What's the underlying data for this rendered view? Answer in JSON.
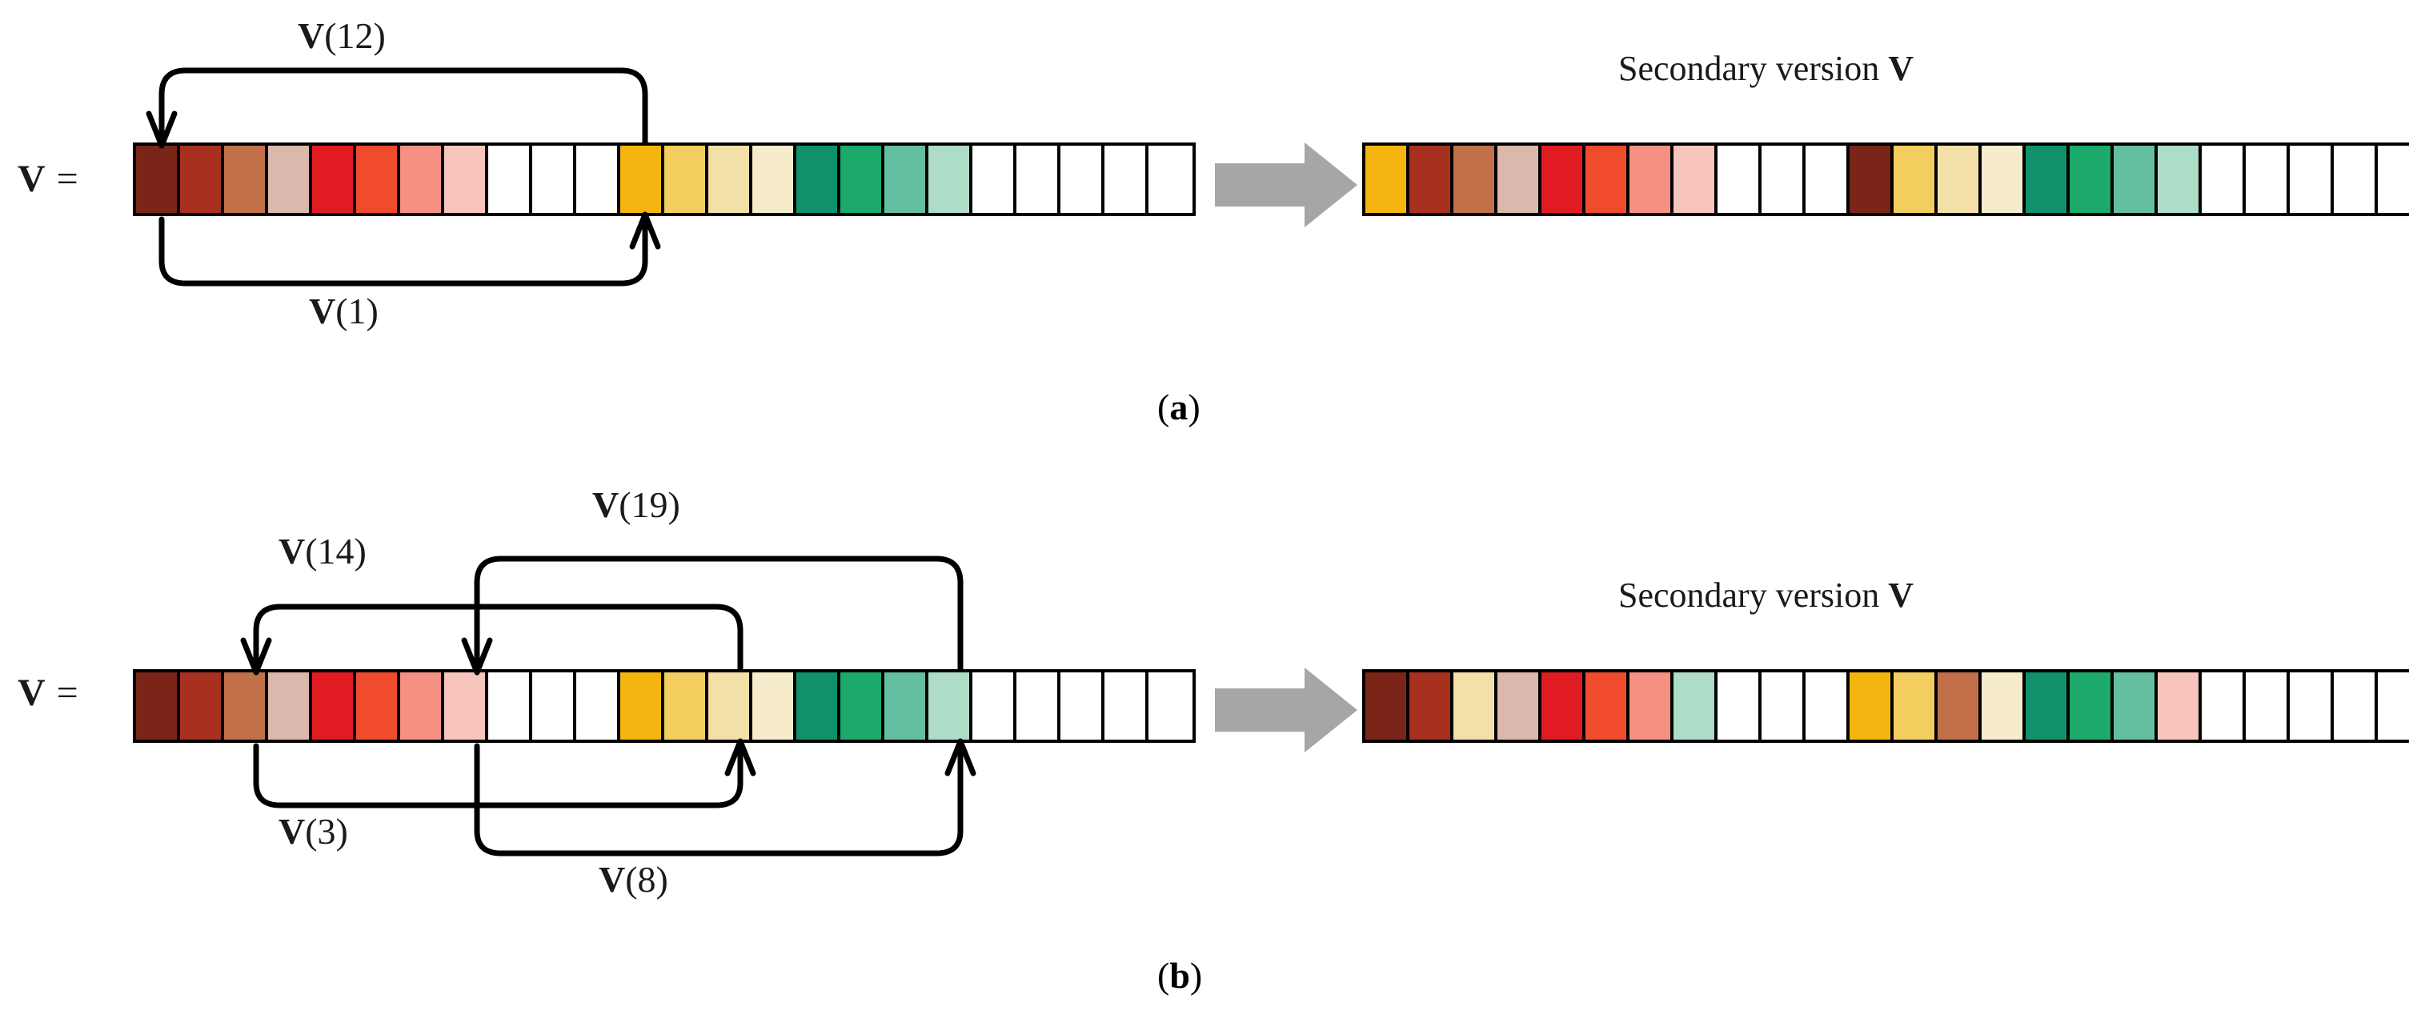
{
  "figure": {
    "panels": [
      {
        "id": "a",
        "caption_open": "(",
        "caption_letter": "a",
        "caption_close": ")",
        "input_label_v": "V",
        "input_label_eq": " =",
        "output_caption_prefix": "Secondary version ",
        "output_caption_symbol": "V",
        "transition_icon": "right-arrow-icon",
        "swaps": [
          {
            "label_v": "V",
            "label_index": "(12)",
            "from_index": 12,
            "to_index": 1,
            "side": "top"
          },
          {
            "label_v": "V",
            "label_index": "(1)",
            "from_index": 1,
            "to_index": 12,
            "side": "bottom"
          }
        ],
        "input_cells": [
          "#7B2418",
          "#A7301F",
          "#C2704A",
          "#DCB8AC",
          "#E11B22",
          "#EF4B2C",
          "#F59183",
          "#F8C5BC",
          "#FFFFFF",
          "#FFFFFF",
          "#FFFFFF",
          "#F5B511",
          "#F3CE5E",
          "#F2E0A8",
          "#F6EBCB",
          "#10916B",
          "#1BA96C",
          "#63BFA0",
          "#ADDCC7",
          "#FFFFFF",
          "#FFFFFF",
          "#FFFFFF",
          "#FFFFFF",
          "#FFFFFF"
        ],
        "output_cells": [
          "#F5B511",
          "#A7301F",
          "#C2704A",
          "#DCB8AC",
          "#E11B22",
          "#EF4B2C",
          "#F59183",
          "#F8C5BC",
          "#FFFFFF",
          "#FFFFFF",
          "#FFFFFF",
          "#7B2418",
          "#F3CE5E",
          "#F2E0A8",
          "#F6EBCB",
          "#10916B",
          "#1BA96C",
          "#63BFA0",
          "#ADDCC7",
          "#FFFFFF",
          "#FFFFFF",
          "#FFFFFF",
          "#FFFFFF",
          "#FFFFFF"
        ]
      },
      {
        "id": "b",
        "caption_open": "(",
        "caption_letter": "b",
        "caption_close": ")",
        "input_label_v": "V",
        "input_label_eq": " =",
        "output_caption_prefix": "Secondary version ",
        "output_caption_symbol": "V",
        "transition_icon": "right-arrow-icon",
        "swaps": [
          {
            "label_v": "V",
            "label_index": "(14)",
            "from_index": 14,
            "to_index": 3,
            "side": "top"
          },
          {
            "label_v": "V",
            "label_index": "(19)",
            "from_index": 19,
            "to_index": 8,
            "side": "top"
          },
          {
            "label_v": "V",
            "label_index": "(3)",
            "from_index": 3,
            "to_index": 14,
            "side": "bottom"
          },
          {
            "label_v": "V",
            "label_index": "(8)",
            "from_index": 8,
            "to_index": 19,
            "side": "bottom"
          }
        ],
        "input_cells": [
          "#7B2418",
          "#A7301F",
          "#C2704A",
          "#DCB8AC",
          "#E11B22",
          "#EF4B2C",
          "#F59183",
          "#F8C5BC",
          "#FFFFFF",
          "#FFFFFF",
          "#FFFFFF",
          "#F5B511",
          "#F3CE5E",
          "#F2E0A8",
          "#F6EBCB",
          "#10916B",
          "#1BA96C",
          "#63BFA0",
          "#ADDCC7",
          "#FFFFFF",
          "#FFFFFF",
          "#FFFFFF",
          "#FFFFFF",
          "#FFFFFF"
        ],
        "output_cells": [
          "#7B2418",
          "#A7301F",
          "#F2E0A8",
          "#DCB8AC",
          "#E11B22",
          "#EF4B2C",
          "#F59183",
          "#ADDCC7",
          "#FFFFFF",
          "#FFFFFF",
          "#FFFFFF",
          "#F5B511",
          "#F3CE5E",
          "#C2704A",
          "#F6EBCB",
          "#10916B",
          "#1BA96C",
          "#63BFA0",
          "#F8C5BC",
          "#FFFFFF",
          "#FFFFFF",
          "#FFFFFF",
          "#FFFFFF",
          "#FFFFFF"
        ]
      }
    ],
    "palette": {
      "dark-maroon": "#7B2418",
      "brick-red": "#A7301F",
      "tan-brown": "#C2704A",
      "dusty-pink": "#DCB8AC",
      "red": "#E11B22",
      "orange-red": "#EF4B2C",
      "salmon": "#F59183",
      "light-pink": "#F8C5BC",
      "orange": "#F5B511",
      "yellow": "#F3CE5E",
      "light-yellow": "#F2E0A8",
      "cream": "#F6EBCB",
      "teal": "#10916B",
      "green": "#1BA96C",
      "sea-green": "#63BFA0",
      "mint": "#ADDCC7",
      "empty": "#FFFFFF",
      "stroke": "#000000",
      "transition-arrow": "#A6A6A6"
    },
    "cell_count": 24
  }
}
